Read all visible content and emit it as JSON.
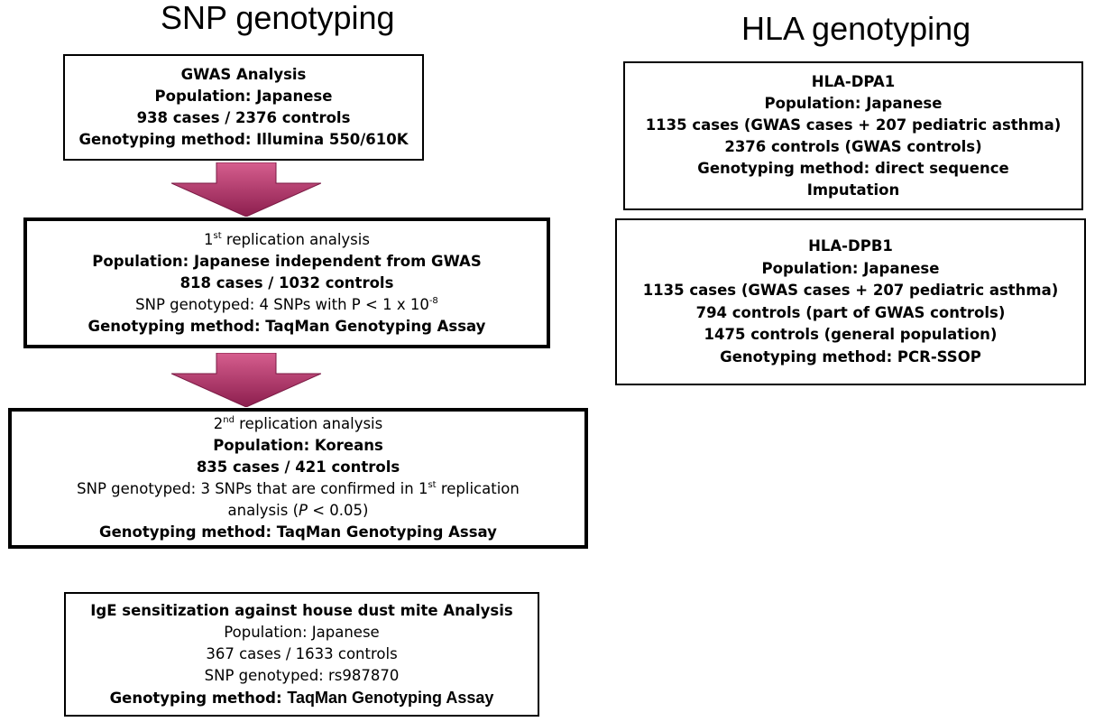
{
  "headings": {
    "snp": "SNP genotyping",
    "hla": "HLA genotyping"
  },
  "gwas": {
    "title": "GWAS Analysis",
    "population": "Population: Japanese",
    "samples": "938 cases /  2376 controls",
    "method": "Genotyping method: Illumina 550/610K"
  },
  "rep1": {
    "title_prefix": "1",
    "title_sup": "st",
    "title_rest": " replication analysis",
    "population": "Population: Japanese independent from GWAS",
    "samples": "818 cases / 1032 controls",
    "snp_prefix": "SNP genotyped: 4 SNPs with P < 1 x 10",
    "snp_sup": "-8",
    "method": "Genotyping method: TaqMan Genotyping Assay"
  },
  "rep2": {
    "title_prefix": "2",
    "title_sup": "nd",
    "title_rest": "  replication analysis",
    "population": "Population: Koreans",
    "samples": "835 cases / 421 controls",
    "snp_prefix": "SNP genotyped: 3 SNPs that are confirmed in 1",
    "snp_sup": "st",
    "snp_rest": " replication",
    "snp_line2_prefix": "analysis (",
    "snp_line2_italic": "P",
    "snp_line2_rest": " < 0.05)",
    "method": "Genotyping method: TaqMan Genotyping Assay"
  },
  "ige": {
    "title": "IgE sensitization against house dust mite Analysis",
    "population": "Population: Japanese",
    "samples": "367 cases /  1633 controls",
    "snp": "SNP genotyped: rs987870",
    "method_prefix": "Genotyping method: ",
    "method_bold": "TaqMan Genotyping Assay"
  },
  "dpa1": {
    "title": "HLA-DPA1",
    "population": "Population: Japanese",
    "cases": "1135 cases (GWAS cases + 207 pediatric asthma)",
    "controls": "2376 controls (GWAS controls)",
    "method": "Genotyping method: direct sequence",
    "method2": "Imputation"
  },
  "dpb1": {
    "title": "HLA-DPB1",
    "population": "Population: Japanese",
    "cases": "1135 cases (GWAS cases + 207 pediatric asthma)",
    "controls1": "794 controls (part of GWAS controls)",
    "controls2": "1475 controls (general population)",
    "method": "Genotyping method: PCR-SSOP"
  },
  "colors": {
    "arrow_light": "#d45a8a",
    "arrow_dark": "#8e1f4f",
    "border": "#000000"
  }
}
